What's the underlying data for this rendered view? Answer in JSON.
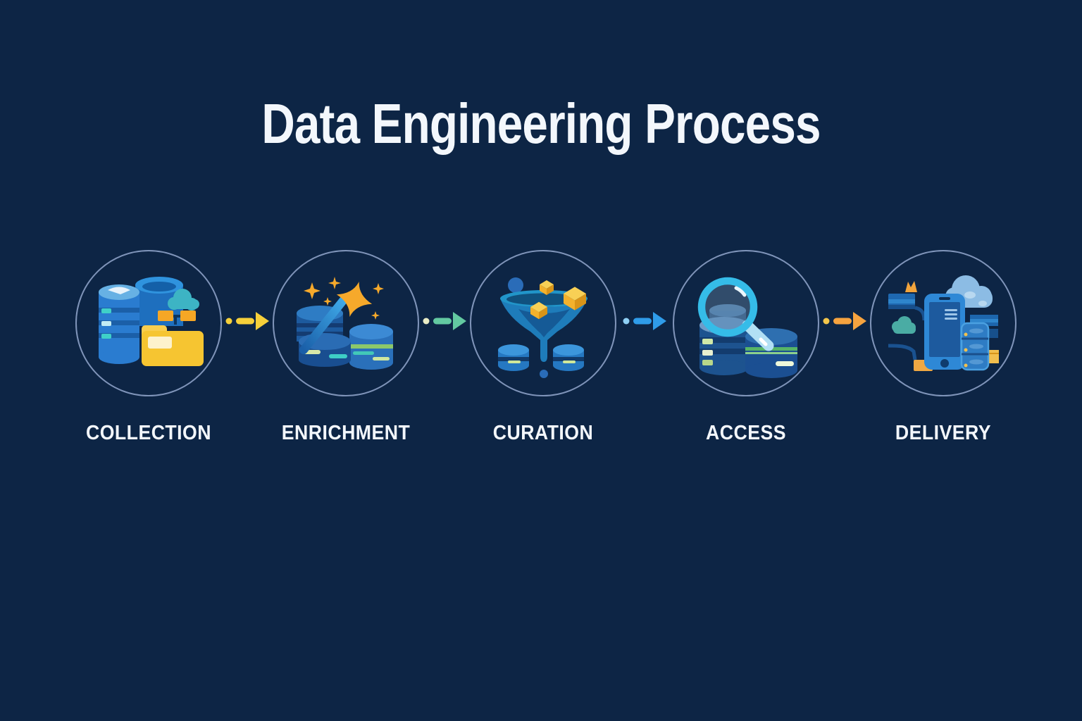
{
  "title": "Data Engineering Process",
  "colors": {
    "background": "#0d2545",
    "text": "#f3f7fc",
    "circle_border": "#94a8ce",
    "database_blue": "#2a7cd0",
    "database_dark_blue": "#1a4f92",
    "accent_yellow": "#f6c531",
    "accent_orange": "#f6a725",
    "accent_teal": "#3fd0c8",
    "accent_green": "#8cc86a",
    "accent_cyan": "#35bce8"
  },
  "stages": [
    {
      "label": "COLLECTION",
      "icon": "databases-folder-cloud-icon"
    },
    {
      "label": "ENRICHMENT",
      "icon": "magic-wand-sparkles-databases-icon"
    },
    {
      "label": "CURATION",
      "icon": "funnel-cubes-databases-icon"
    },
    {
      "label": "ACCESS",
      "icon": "magnifier-databases-icon"
    },
    {
      "label": "DELIVERY",
      "icon": "smartphone-cloud-server-icon"
    }
  ],
  "arrows": [
    {
      "name": "collection-to-enrichment",
      "color": "#f6d03a",
      "dot_color": "#f6d03a"
    },
    {
      "name": "enrichment-to-curation",
      "color": "#63c9a1",
      "dot_color": "#e9ecc6"
    },
    {
      "name": "curation-to-access",
      "color": "#2f9ce9",
      "dot_color": "#8fd0f5"
    },
    {
      "name": "access-to-delivery",
      "color": "#f6a33f",
      "dot_color": "#f3c64b"
    }
  ]
}
